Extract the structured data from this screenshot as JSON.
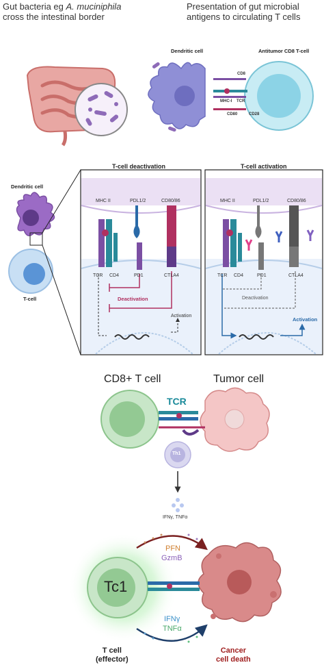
{
  "panel1": {
    "caption_left_pre": "Gut bacteria eg ",
    "caption_left_italic": "A. muciniphila",
    "caption_left_post": " cross the intestinal border",
    "caption_right": "Presentation of gut microbial antigens to circulating  T cells",
    "dendritic_cell": "Dendritic cell",
    "cd8_cell": "Antitumor CD8 T-cell",
    "cd8": "CD8",
    "mhc1": "MHC-I",
    "tcr": "TCR",
    "cd80": "CD80",
    "cd28": "CD28"
  },
  "panel2": {
    "dendritic_cell": "Dendritic cell",
    "t_cell": "T-cell",
    "deact_title": "T-cell deactivation",
    "act_title": "T-cell activation",
    "mhc2": "MHC II",
    "pdl": "PDL1/2",
    "cd8086": "CD80/86",
    "tcr": "TCR",
    "cd4": "CD4",
    "pd1": "PD1",
    "ctla4": "CTLA4",
    "deactivation": "Deactivation",
    "activation": "Activation"
  },
  "panel3": {
    "cd8_tcell": "CD8+ T cell",
    "tumor_cell": "Tumor cell",
    "tcr": "TCR",
    "th1": "Th1",
    "ifn_tnf": "IFNγ, TNFα",
    "pfn": "PFN",
    "gzmb": "GzmB",
    "tc1": "Tc1",
    "ifng": "IFNγ",
    "tnfa": "TNFα",
    "tcell_effector_1": "T cell",
    "tcell_effector_2": "(effector)",
    "cancer_1": "Cancer",
    "cancer_2": "cell death"
  },
  "colors": {
    "purple": "#7b4fa3",
    "teal": "#2a8a9a",
    "crimson": "#b03060",
    "blue": "#2a6aa8",
    "green": "#8cc48c",
    "tumor": "#c9626b"
  }
}
